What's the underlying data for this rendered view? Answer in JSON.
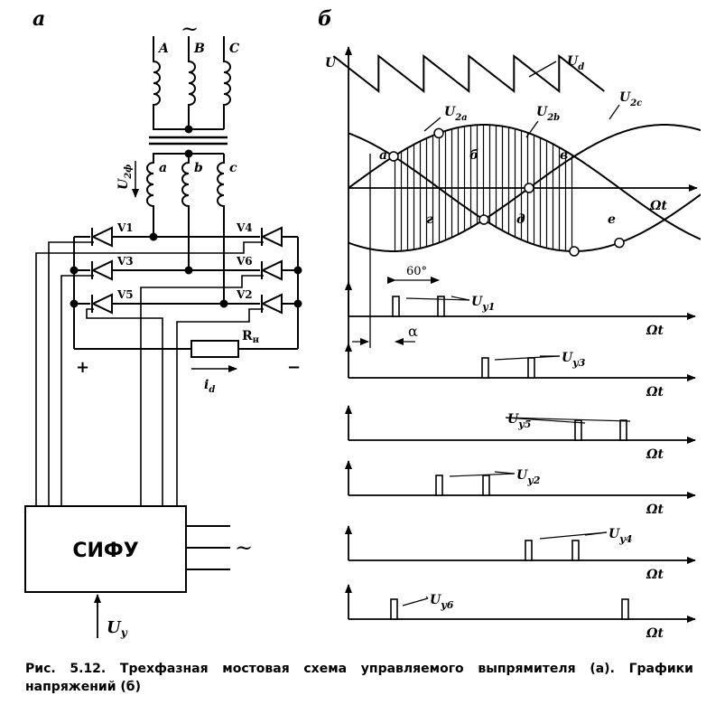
{
  "panels": {
    "a": "а",
    "b": "б"
  },
  "circuit": {
    "ac_symbol": "~",
    "primary_phases": [
      "A",
      "B",
      "C"
    ],
    "secondary_phases": [
      "a",
      "b",
      "c"
    ],
    "u2f_main": "U",
    "u2f_sub": "2ф",
    "thyristors": [
      "V1",
      "V3",
      "V5",
      "V4",
      "V6",
      "V2"
    ],
    "load_main": "R",
    "load_sub": "н",
    "current_main": "i",
    "current_sub": "d",
    "plus": "+",
    "minus": "−",
    "control_block": "СИФУ",
    "control_ac": "~",
    "control_input_main": "U",
    "control_input_sub": "у"
  },
  "graphs": {
    "y_axis": "U",
    "x_axis": "Ωt",
    "ud_main": "U",
    "ud_sub": "d",
    "phase_main": "U",
    "phase_subs": [
      "2a",
      "2b",
      "2c"
    ],
    "points_top": [
      "а",
      "б",
      "в"
    ],
    "points_bottom": [
      "г",
      "д",
      "е"
    ],
    "angle_60": "60°",
    "alpha": "α",
    "pulses": [
      {
        "main": "U",
        "sub": "у1"
      },
      {
        "main": "U",
        "sub": "у3"
      },
      {
        "main": "U",
        "sub": "у5"
      },
      {
        "main": "U",
        "sub": "у2"
      },
      {
        "main": "U",
        "sub": "у4"
      },
      {
        "main": "U",
        "sub": "у6"
      }
    ]
  },
  "caption": "Рис. 5.12. Трехфазная мостовая схема управляемого выпрямителя (а). Графики напряжений (б)"
}
